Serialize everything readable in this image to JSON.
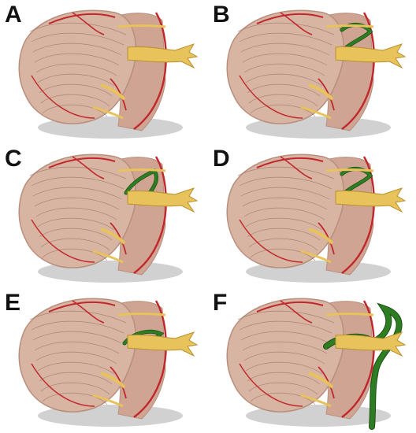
{
  "figure": {
    "panels": [
      {
        "label": "A",
        "variant": "none"
      },
      {
        "label": "B",
        "variant": "loop-medial"
      },
      {
        "label": "C",
        "variant": "loop-lateral"
      },
      {
        "label": "D",
        "variant": "loop-medial"
      },
      {
        "label": "E",
        "variant": "loop-between"
      },
      {
        "label": "F",
        "variant": "loop-large"
      }
    ],
    "colors": {
      "cerebellum": "#d8b4a2",
      "cerebellum_shadow": "#b88f7c",
      "folia_lines": "#9a6f5e",
      "artery": "#c0272d",
      "nerve": "#e8c25a",
      "nerve_edge": "#b8902c",
      "variant_vessel": "#2e7d22",
      "variant_vessel_edge": "#1c4f14",
      "shadow": "#9a9a9a"
    }
  }
}
